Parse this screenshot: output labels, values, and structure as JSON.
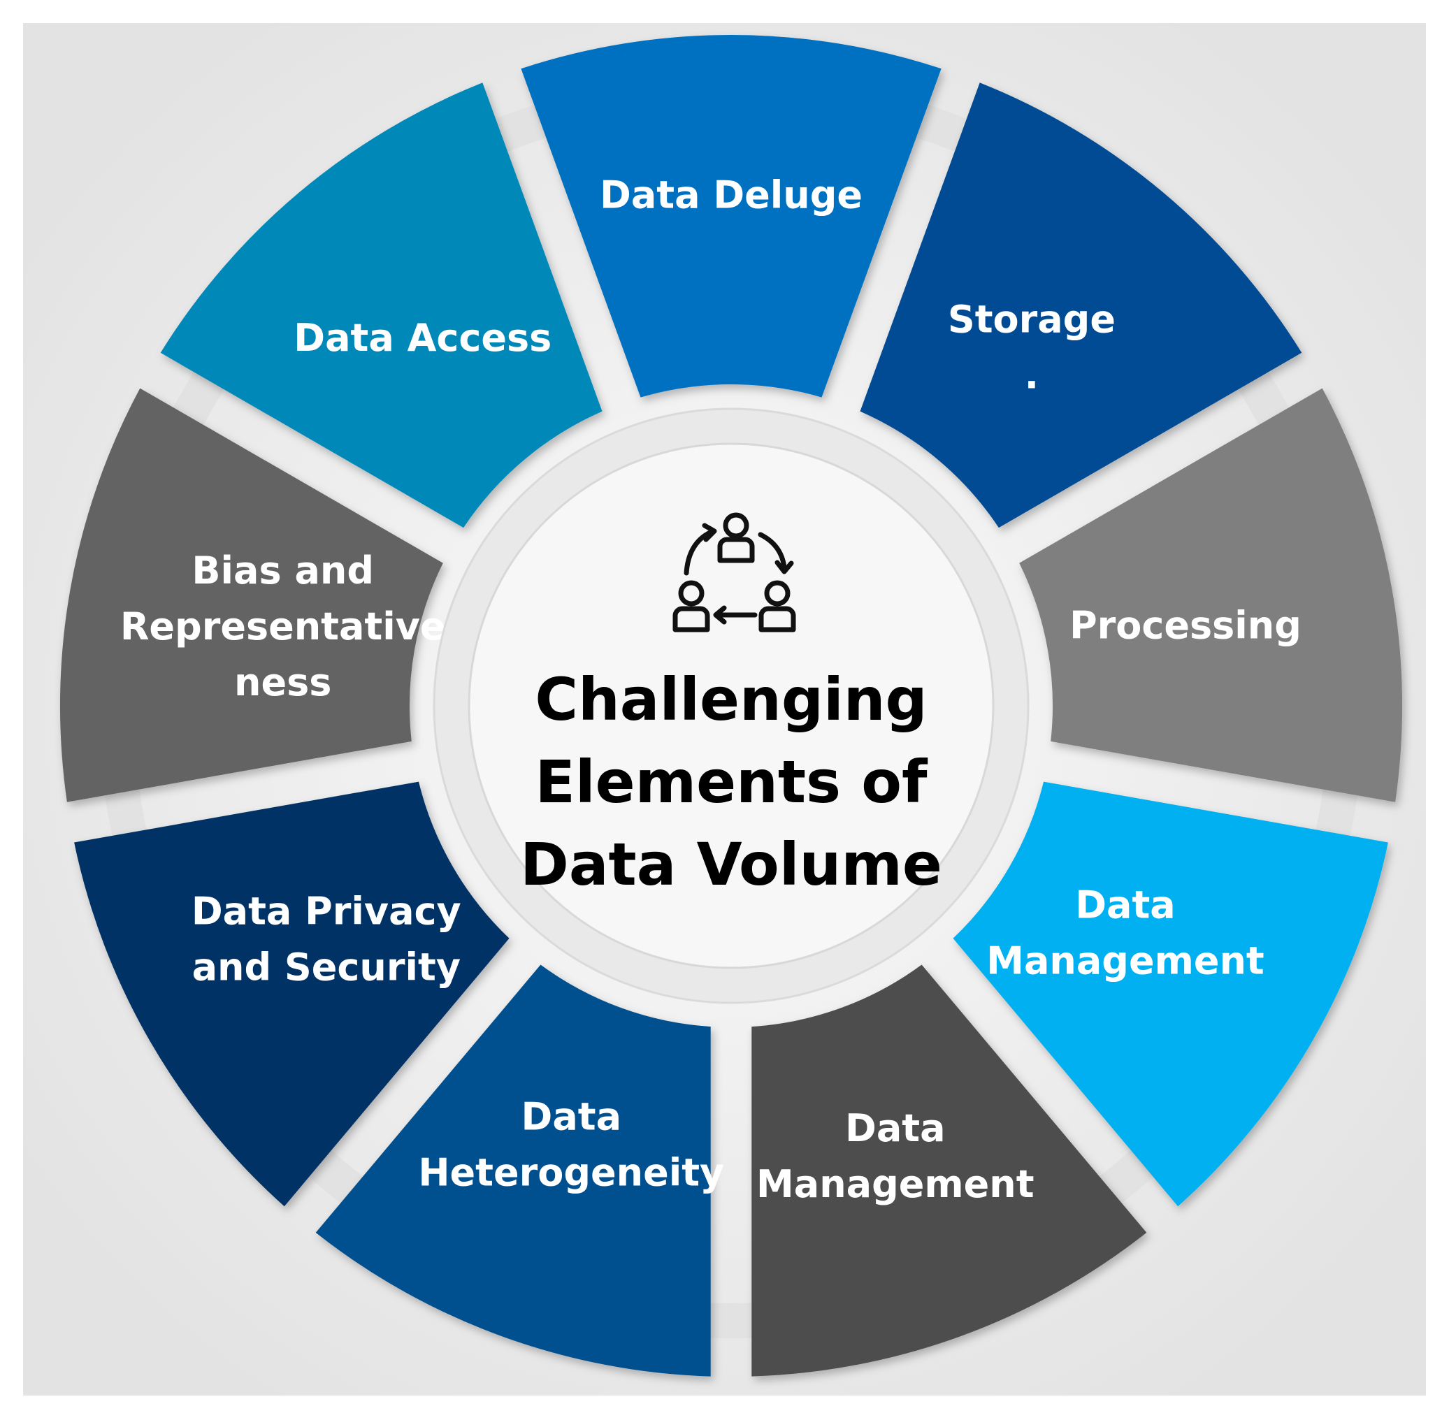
{
  "diagram": {
    "center_title_lines": [
      "Challenging",
      "Elements of",
      "Data Volume"
    ],
    "center_icon": "people-cycle-icon",
    "segments": [
      {
        "id": "data-deluge",
        "lines": [
          "Data Deluge"
        ],
        "color": "#0070C0"
      },
      {
        "id": "storage",
        "lines": [
          "Storage",
          "."
        ],
        "color": "#004B93"
      },
      {
        "id": "processing",
        "lines": [
          "Processing"
        ],
        "color": "#7F7F7F"
      },
      {
        "id": "data-management-1",
        "lines": [
          "Data",
          "Management"
        ],
        "color": "#00B0F0"
      },
      {
        "id": "data-management-2",
        "lines": [
          "Data",
          "Management"
        ],
        "color": "#4D4D4D"
      },
      {
        "id": "data-heterogeneity",
        "lines": [
          "Data",
          "Heterogeneity"
        ],
        "color": "#00508F"
      },
      {
        "id": "data-privacy-security",
        "lines": [
          "Data Privacy",
          "and Security"
        ],
        "color": "#003066"
      },
      {
        "id": "bias-representativeness",
        "lines": [
          "Bias and",
          "Representative",
          "ness"
        ],
        "color": "#636363"
      },
      {
        "id": "data-access",
        "lines": [
          "Data Access"
        ],
        "color": "#0088B8"
      }
    ],
    "colors": {
      "background_panel": "#EDEDED",
      "ring_track": "#E2E2E2",
      "inner_circle": "#F7F7F7",
      "inner_ring": "#E6E6E6"
    }
  }
}
